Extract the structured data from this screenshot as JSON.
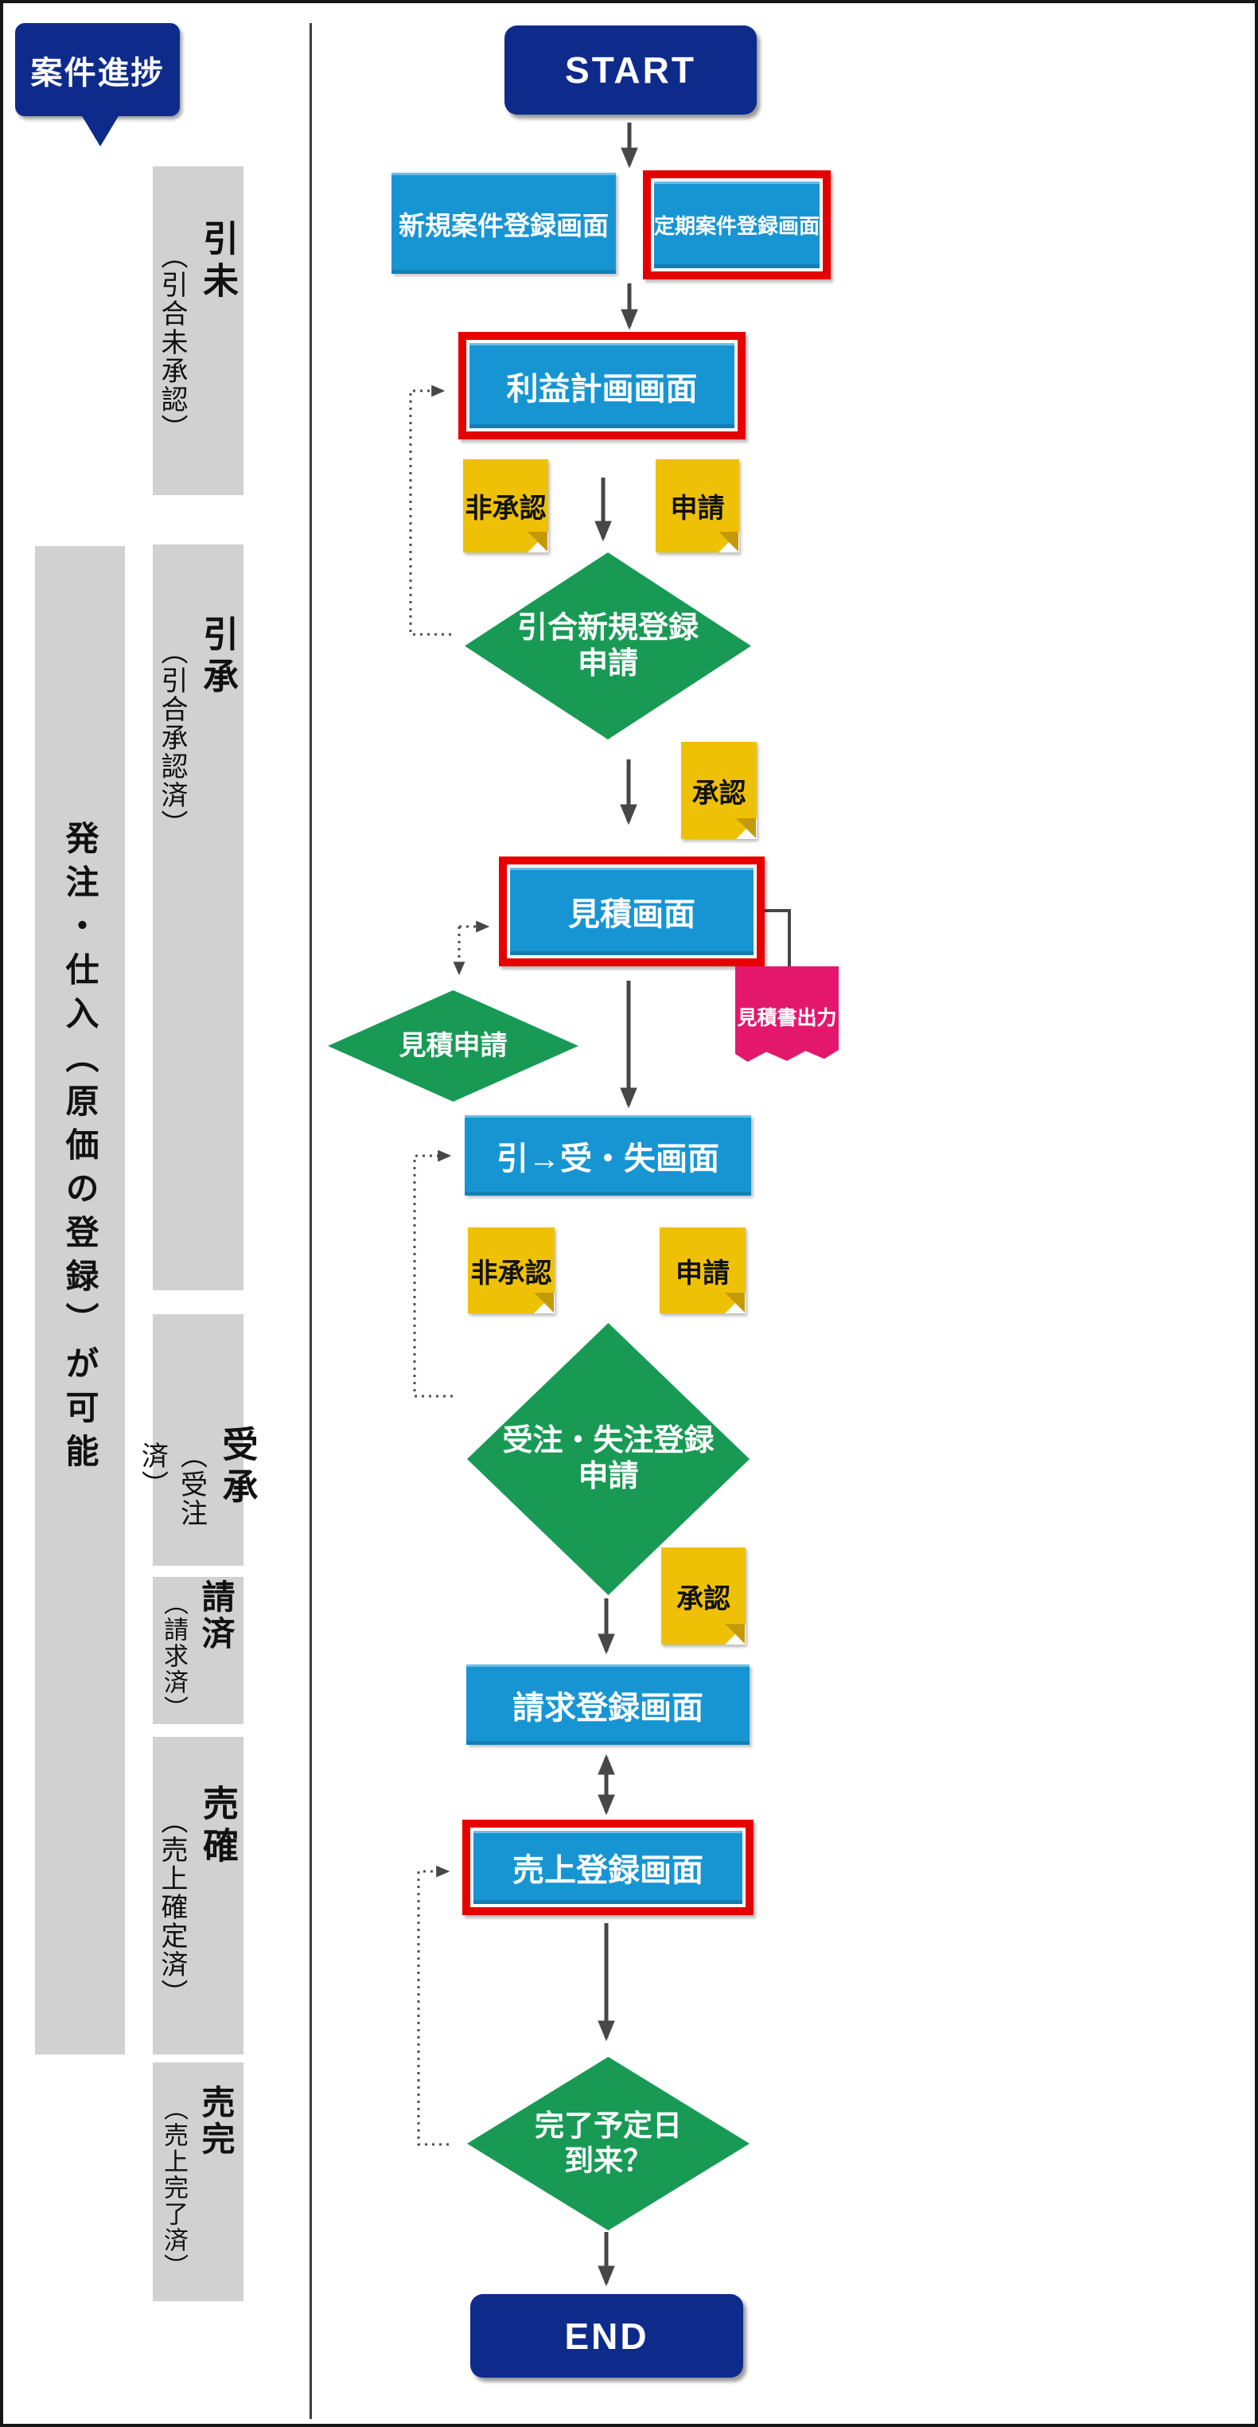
{
  "callout": {
    "label": "案件進捗"
  },
  "sidebar": {
    "order_note": "発注・仕入（原価の登録）が可能",
    "stages": [
      {
        "label": "引未",
        "sub": "（引合未承認）"
      },
      {
        "label": "引承",
        "sub": "（引合承認済）"
      },
      {
        "label": "受承",
        "sub": "（受注済）"
      },
      {
        "label": "請済",
        "sub": "（請求済）"
      },
      {
        "label": "売確",
        "sub": "（売上確定済）"
      },
      {
        "label": "売完",
        "sub": "（売上完了済）"
      }
    ]
  },
  "flow": {
    "start_label": "START",
    "end_label": "END",
    "new_case_screen": "新規案件登録画面",
    "periodic_case_screen": "定期案件登録画面",
    "profit_plan_screen": "利益計画画面",
    "quotation_screen": "見積画面",
    "quote_output_note": "見積書出力",
    "inquiry_result_screen": "引→受・失画面",
    "billing_screen": "請求登録画面",
    "sales_screen": "売上登録画面",
    "decision_inquiry": {
      "line1": "引合新規登録",
      "line2": "申請"
    },
    "decision_quote": {
      "line1": "見積申請"
    },
    "decision_order": {
      "line1": "受注・失注登録",
      "line2": "申請"
    },
    "decision_completion": {
      "line1": "完了予定日",
      "line2": "到来？"
    },
    "sticky_reject": "非承認",
    "sticky_apply": "申請",
    "sticky_approve": "承認"
  },
  "colors": {
    "terminal_navy": "#0e2b8c",
    "screen_blue": "#1795d3",
    "highlight_red": "#e60000",
    "sticky_yellow": "#eec106",
    "diamond_green": "#189a55",
    "note_pink": "#e3186d",
    "stage_gray": "#d1d1d1",
    "connector_gray": "#474747"
  }
}
